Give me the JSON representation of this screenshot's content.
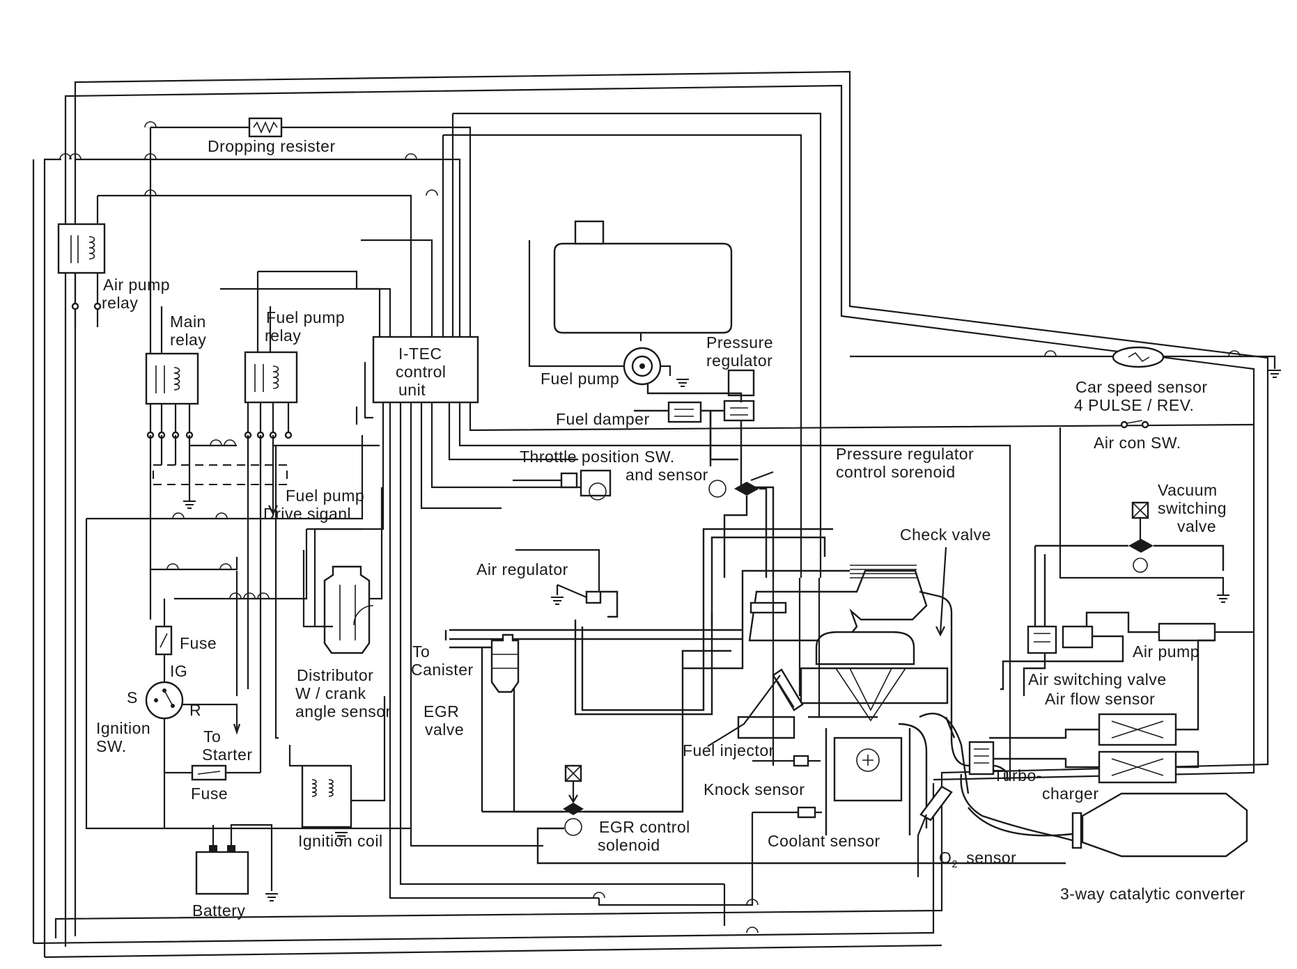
{
  "labels": {
    "dropping_resister": "Dropping resister",
    "air_pump_relay": [
      "Air pump",
      "relay"
    ],
    "main_relay": [
      "Main",
      "relay"
    ],
    "fuel_pump_relay": [
      "Fuel pump",
      "relay"
    ],
    "itec_control_unit": [
      "I-TEC",
      "control",
      "unit"
    ],
    "fuel_pump": "Fuel pump",
    "pressure_regulator": [
      "Pressure",
      "regulator"
    ],
    "fuel_damper": "Fuel damper",
    "car_speed_sensor": [
      "Car speed sensor",
      "4 PULSE / REV."
    ],
    "air_con_sw": "Air con SW.",
    "throttle_position_sw": [
      "Throttle position SW.",
      "and sensor"
    ],
    "pressure_regulator_control_solenoid": [
      "Pressure regulator",
      "control sorenoid"
    ],
    "fuel_pump_drive_signal": [
      "Fuel pump",
      "Drive siganl"
    ],
    "vacuum_switching_valve": [
      "Vacuum",
      "switching",
      "valve"
    ],
    "check_valve": "Check valve",
    "air_regulator": "Air regulator",
    "fuse_top": "Fuse",
    "ignition_switch_terminals": {
      "ig": "IG",
      "s": "S",
      "r": "R"
    },
    "ignition_sw": [
      "Ignition",
      "SW."
    ],
    "to_starter": [
      "To",
      "Starter"
    ],
    "fuse_bottom": "Fuse",
    "battery": "Battery",
    "distributor": [
      "Distributor",
      "W / crank",
      "angle sensor"
    ],
    "ignition_coil": "Ignition coil",
    "to_canister": [
      "To",
      "Canister"
    ],
    "egr_valve": [
      "EGR",
      "valve"
    ],
    "fuel_injector": "Fuel injector",
    "knock_sensor": "Knock sensor",
    "coolant_sensor": "Coolant sensor",
    "egr_control_solenoid": [
      "EGR control",
      "solenoid"
    ],
    "air_pump": "Air pump",
    "air_switching_valve": "Air switching valve",
    "air_flow_sensor": "Air flow sensor",
    "turbocharger": [
      "Turbo-",
      "charger"
    ],
    "o2_sensor": {
      "o": "O",
      "sub": "2",
      "rest": "sensor"
    },
    "catalytic_converter": "3-way catalytic converter"
  },
  "icons": [
    "relay-icon",
    "resistor-icon",
    "fuse-icon",
    "ground-icon",
    "battery-icon",
    "solenoid-valve-icon",
    "fuel-tank-icon",
    "ignition-coil-icon",
    "distributor-icon",
    "air-flow-sensor-icon",
    "catalytic-converter-icon"
  ],
  "colors": {
    "ink": "#1a1a1a",
    "paper": "#ffffff"
  }
}
